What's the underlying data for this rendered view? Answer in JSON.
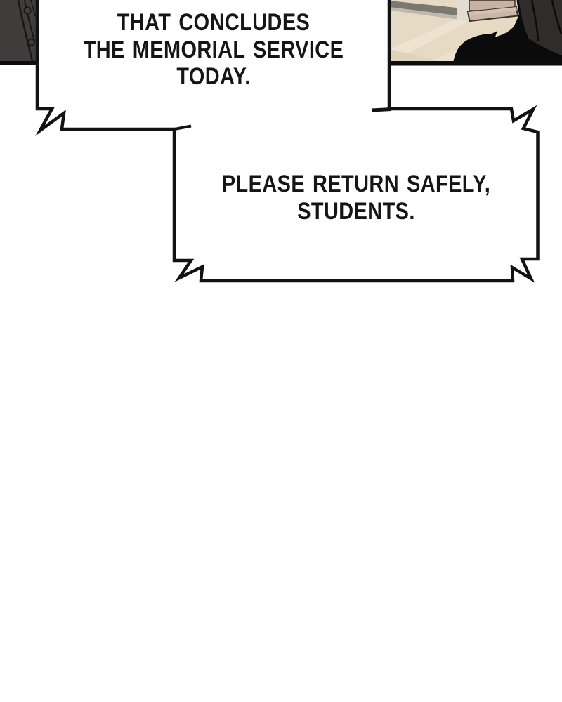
{
  "speech": {
    "bubble_fill": "#ffffff",
    "bubble_stroke": "#121212",
    "text_color": "#151515",
    "bubble1": {
      "lines": [
        "THAT CONCLUDES",
        "THE MEMORIAL SERVICE",
        "TODAY."
      ]
    },
    "bubble2": {
      "lines": [
        "PLEASE RETURN SAFELY,",
        "STUDENTS."
      ]
    }
  },
  "artwork": {
    "panel_border": "#0d0d0d",
    "sleeve": {
      "fill": "#3e3d3b",
      "line": "#181716",
      "button_fill": "#403f3d",
      "button_ring": "#191918"
    },
    "scene": {
      "floor": "#e7dac5",
      "floor_streak": "#f3e9d7",
      "floor_shade": "#dcc9b1",
      "baseboard_dark": "#7b786f",
      "baseboard_light": "#bdb9ac",
      "wall_edge": "#e2ddd2",
      "pillar": "#c8b2a3",
      "pillar_foot": "#cbb6a7",
      "pillar_foot_top": "#d5c2b4",
      "outline": "#3a312a",
      "pant": "#2e2d2b",
      "shoe": "#0b0b0b"
    }
  }
}
